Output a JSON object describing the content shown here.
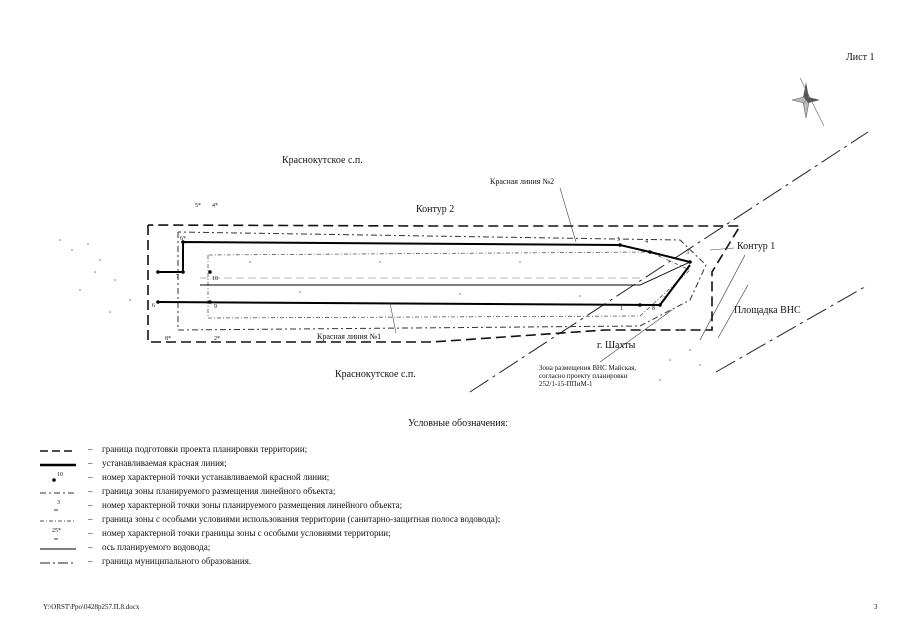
{
  "sheet_label": "Лист 1",
  "map": {
    "area_north": "Краснокутское с.п.",
    "area_south": "Краснокутское с.п.",
    "contour_1": "Контур 1",
    "contour_2": "Контур 2",
    "red_line_1": "Красная линия №1",
    "red_line_2": "Красная линия №2",
    "city": "г. Шахты",
    "vns_site": "Площадка ВНС",
    "vns_zone": [
      "Зона размещения ВНС Майская,",
      "согласно проекту планировки",
      "252/1-15-ППиМ-1"
    ],
    "points": {
      "p1": "1",
      "p2": "2",
      "p3": "3",
      "p4": "4",
      "p5": "5",
      "p6": "6",
      "p7": "7",
      "p8": "8",
      "p9": "9",
      "p10": "10",
      "z4": "4*",
      "z5": "5*",
      "z6": "6*",
      "z8": "8*",
      "z2": "2*"
    }
  },
  "legend": {
    "title": "Условные обозначения:",
    "items": [
      "граница подготовки проекта планировки территории;",
      "устанавливаемая красная линия;",
      "номер характерной точки устанавливаемой красной линии;",
      "граница зоны планируемого размещения линейного объекта;",
      "номер характерной точки зоны планируемого размещения линейного объекта;",
      "граница зоны с особыми условиями использования территории (санитарно-защитная полоса водовода);",
      "номер характерной точки границы зоны с особыми условиями территории;",
      "ось планируемого водовода;",
      "граница муниципального образования."
    ],
    "symbols": [
      "",
      "",
      "10",
      "",
      "3",
      "",
      "25*",
      "",
      ""
    ]
  },
  "footer": {
    "path": "Y:\\ORST\\Ppo\\0428p257.П.8.docx",
    "page": "3"
  }
}
